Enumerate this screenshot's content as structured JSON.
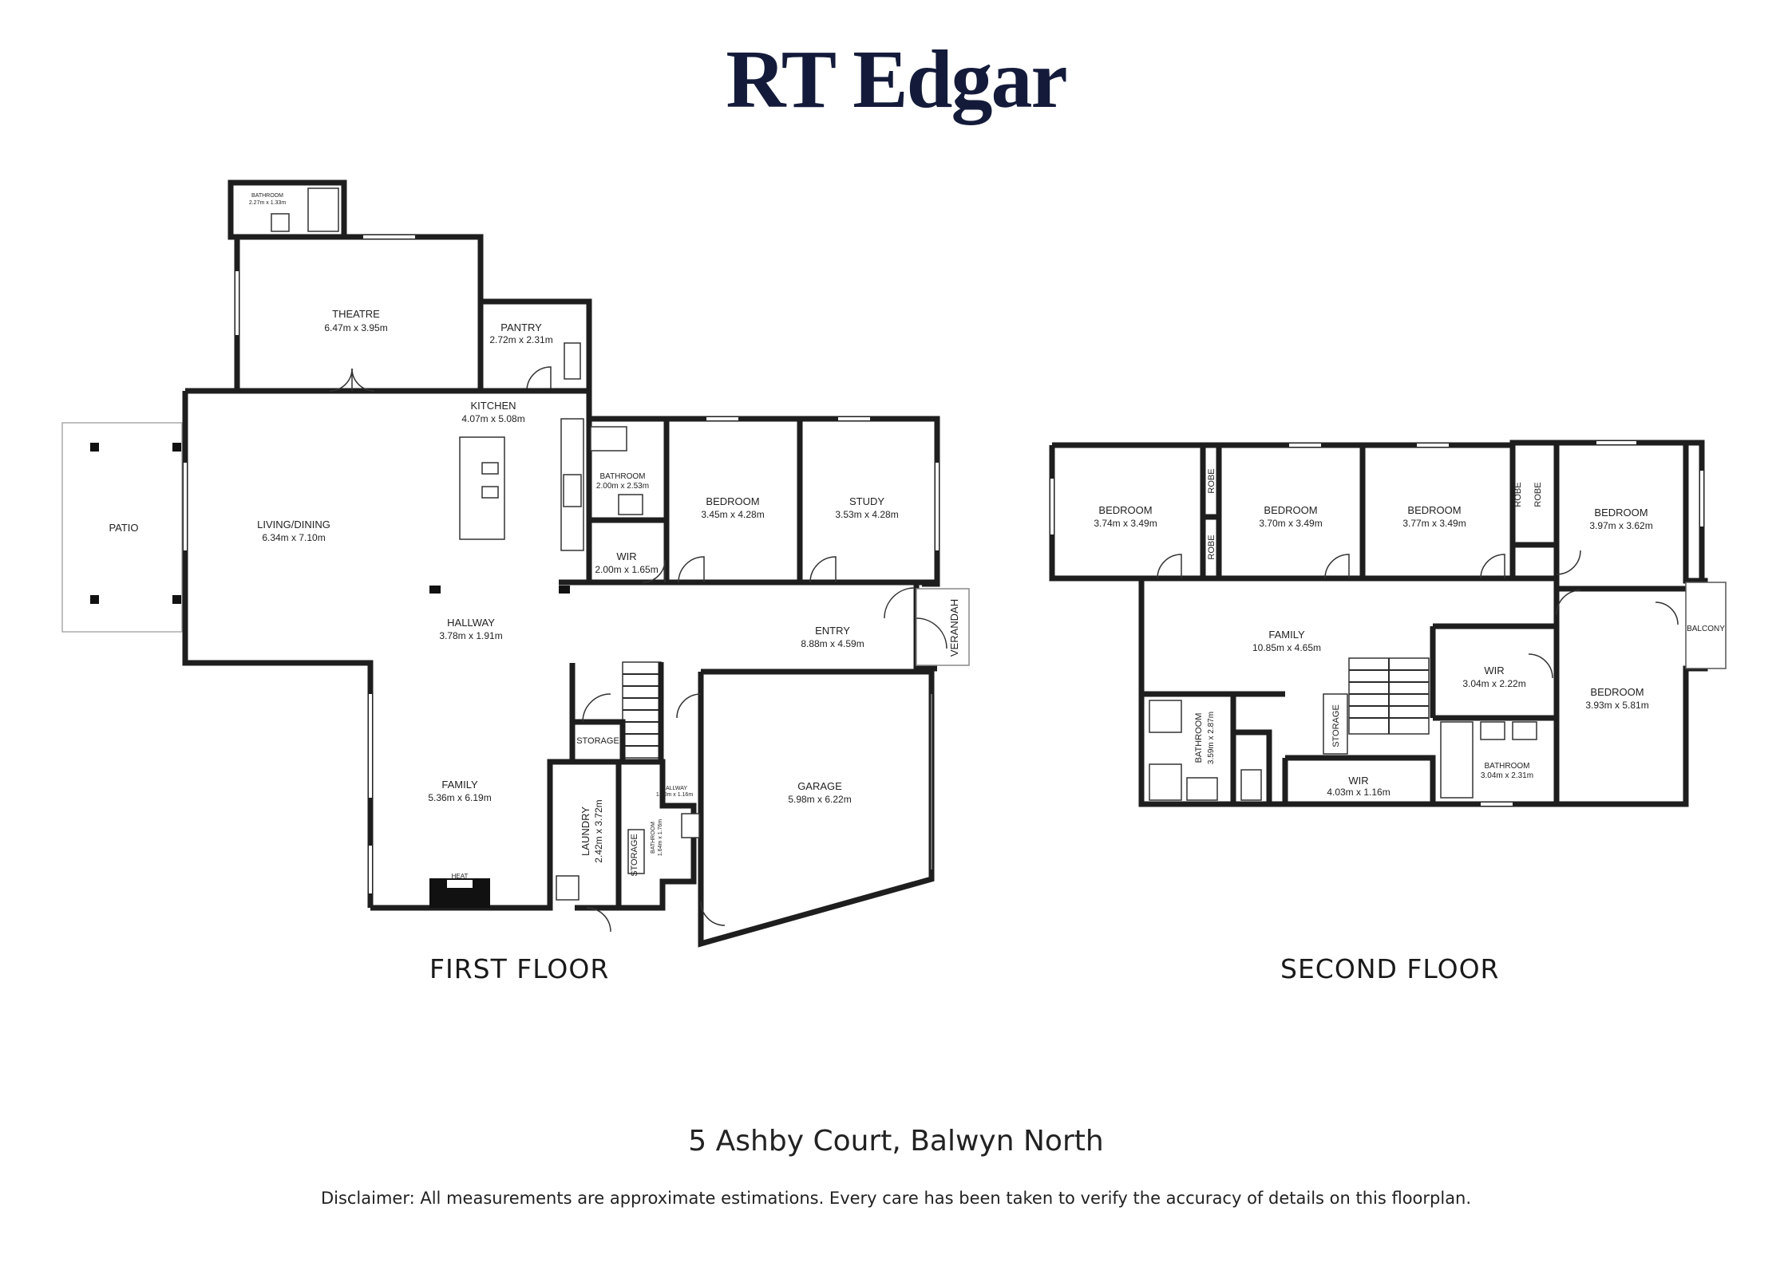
{
  "brand": {
    "name": "RT Edgar",
    "color": "#141b3a"
  },
  "floors": [
    {
      "label": "FIRST FLOOR",
      "rooms": [
        {
          "name": "BATHROOM",
          "dims": "2.27m x 1.33m"
        },
        {
          "name": "THEATRE",
          "dims": "6.47m x 3.95m"
        },
        {
          "name": "PANTRY",
          "dims": "2.72m x 2.31m"
        },
        {
          "name": "KITCHEN",
          "dims": "4.07m x 5.08m"
        },
        {
          "name": "PATIO",
          "dims": ""
        },
        {
          "name": "LIVING/DINING",
          "dims": "6.34m x 7.10m"
        },
        {
          "name": "BATHROOM",
          "dims": "2.00m x 2.53m"
        },
        {
          "name": "WIR",
          "dims": "2.00m x 1.65m"
        },
        {
          "name": "BEDROOM",
          "dims": "3.45m x 4.28m"
        },
        {
          "name": "STUDY",
          "dims": "3.53m x 4.28m"
        },
        {
          "name": "HALLWAY",
          "dims": "3.78m x 1.91m"
        },
        {
          "name": "ENTRY",
          "dims": "8.88m x 4.59m"
        },
        {
          "name": "VERANDAH",
          "dims": ""
        },
        {
          "name": "STORAGE",
          "dims": ""
        },
        {
          "name": "HALLWAY",
          "dims": "1.40m x 1.16m"
        },
        {
          "name": "FAMILY",
          "dims": "5.36m x 6.19m"
        },
        {
          "name": "LAUNDRY",
          "dims": "2.42m x 3.72m"
        },
        {
          "name": "STORAGE",
          "dims": ""
        },
        {
          "name": "BATHROOM",
          "dims": "1.64m x 1.76m"
        },
        {
          "name": "GARAGE",
          "dims": "5.98m x 6.22m"
        },
        {
          "name": "HEAT",
          "dims": ""
        }
      ]
    },
    {
      "label": "SECOND FLOOR",
      "rooms": [
        {
          "name": "BEDROOM",
          "dims": "3.74m x 3.49m"
        },
        {
          "name": "ROBE",
          "dims": ""
        },
        {
          "name": "ROBE",
          "dims": ""
        },
        {
          "name": "BEDROOM",
          "dims": "3.70m x 3.49m"
        },
        {
          "name": "BEDROOM",
          "dims": "3.77m x 3.49m"
        },
        {
          "name": "ROBE",
          "dims": ""
        },
        {
          "name": "ROBE",
          "dims": ""
        },
        {
          "name": "BEDROOM",
          "dims": "3.97m x 3.62m"
        },
        {
          "name": "FAMILY",
          "dims": "10.85m x 4.65m"
        },
        {
          "name": "BALCONY",
          "dims": ""
        },
        {
          "name": "WIR",
          "dims": "3.04m x 2.22m"
        },
        {
          "name": "BEDROOM",
          "dims": "3.93m x 5.81m"
        },
        {
          "name": "BATHROOM",
          "dims": "3.59m x 2.87m"
        },
        {
          "name": "STORAGE",
          "dims": ""
        },
        {
          "name": "WIR",
          "dims": "4.03m x 1.16m"
        },
        {
          "name": "BATHROOM",
          "dims": "3.04m x 2.31m"
        }
      ]
    }
  ],
  "address": "5 Ashby Court, Balwyn North",
  "disclaimer": "Disclaimer: All measurements are approximate estimations. Every care has been taken to verify the accuracy of details on this floorplan."
}
